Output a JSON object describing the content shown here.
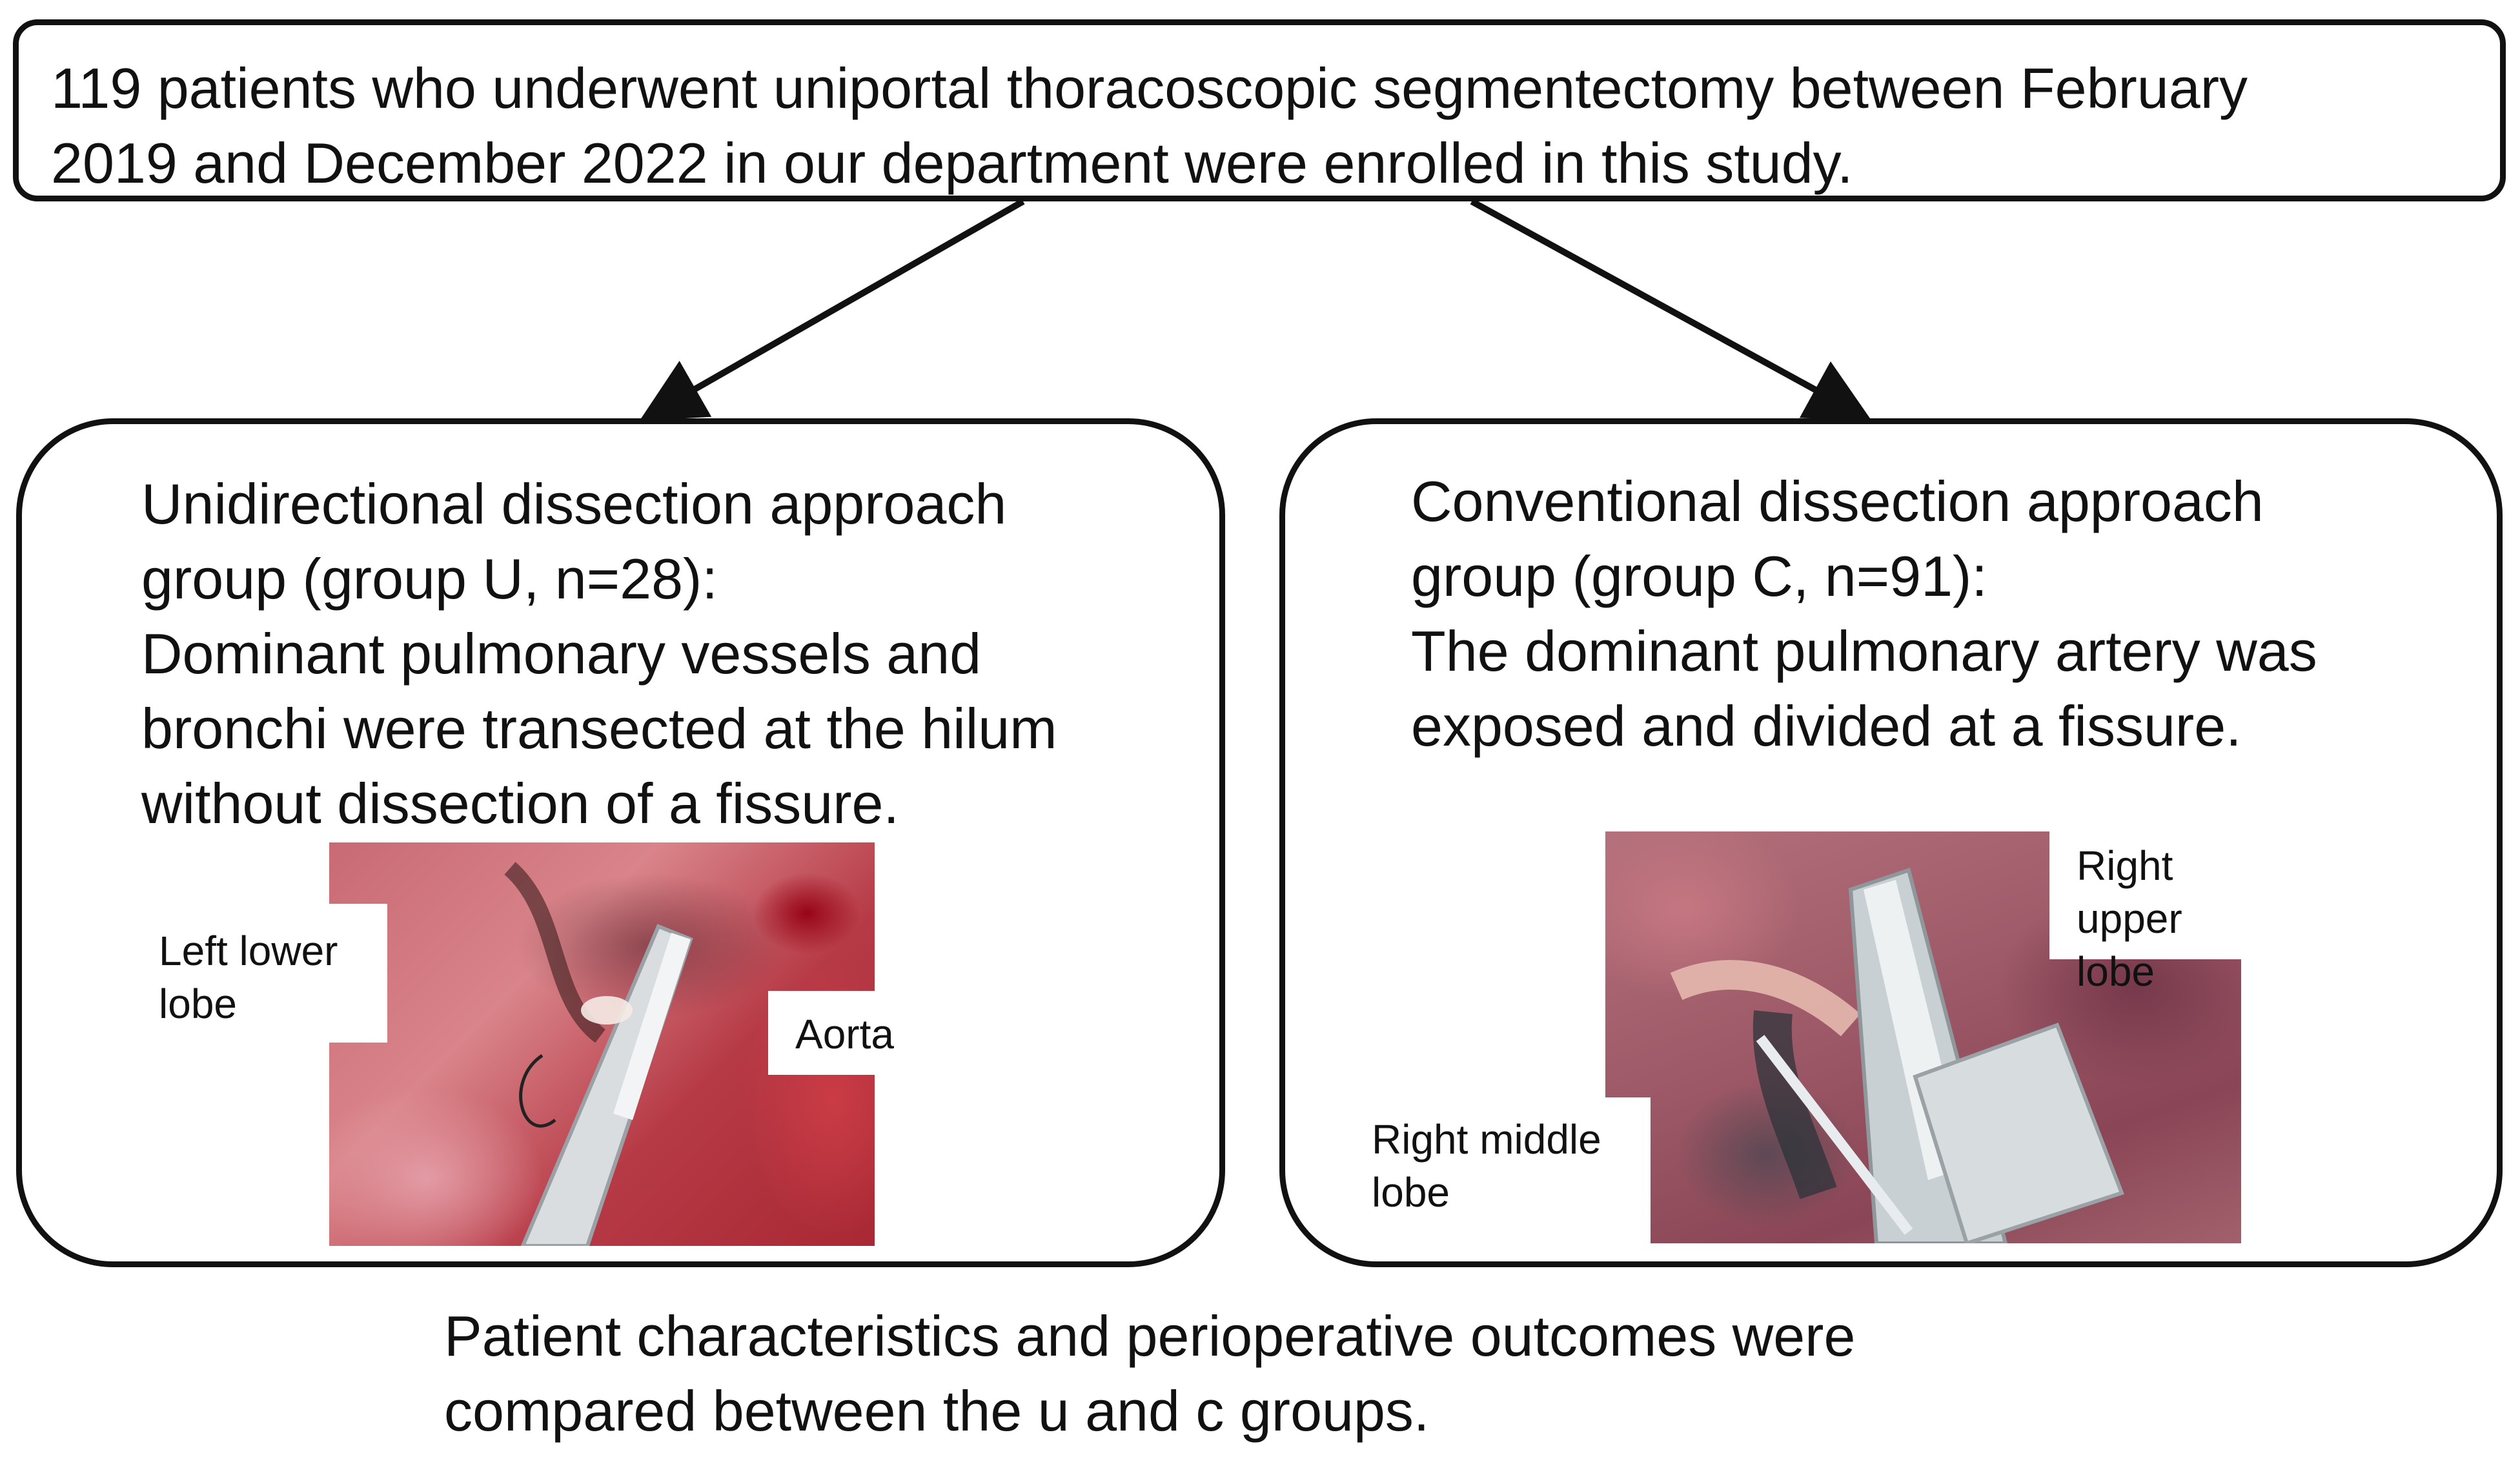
{
  "top_box": {
    "lines": [
      "119 patients who underwent uniportal thoracoscopic segmentectomy between February",
      "2019 and December 2022 in our department were enrolled in this study."
    ]
  },
  "group_u": {
    "lines": [
      "Unidirectional dissection approach",
      "group (group U, n=28):",
      "Dominant pulmonary vessels and",
      "bronchi were transected at the hilum",
      "without dissection of a fissure."
    ],
    "photo_labels": {
      "left_lower_lobe": [
        "Left lower",
        "lobe"
      ],
      "aorta": "Aorta"
    }
  },
  "group_c": {
    "lines": [
      "Conventional dissection approach",
      "group (group C, n=91):",
      "The dominant pulmonary artery was",
      "exposed and divided at a fissure."
    ],
    "photo_labels": {
      "right_upper_lobe": [
        "Right upper",
        "lobe"
      ],
      "right_middle_lobe": [
        "Right middle",
        "lobe"
      ]
    }
  },
  "bottom_text": {
    "lines": [
      "Patient characteristics and perioperative outcomes were",
      "compared between the u and c groups."
    ]
  },
  "colors": {
    "stroke": "#111111",
    "background": "#ffffff"
  }
}
